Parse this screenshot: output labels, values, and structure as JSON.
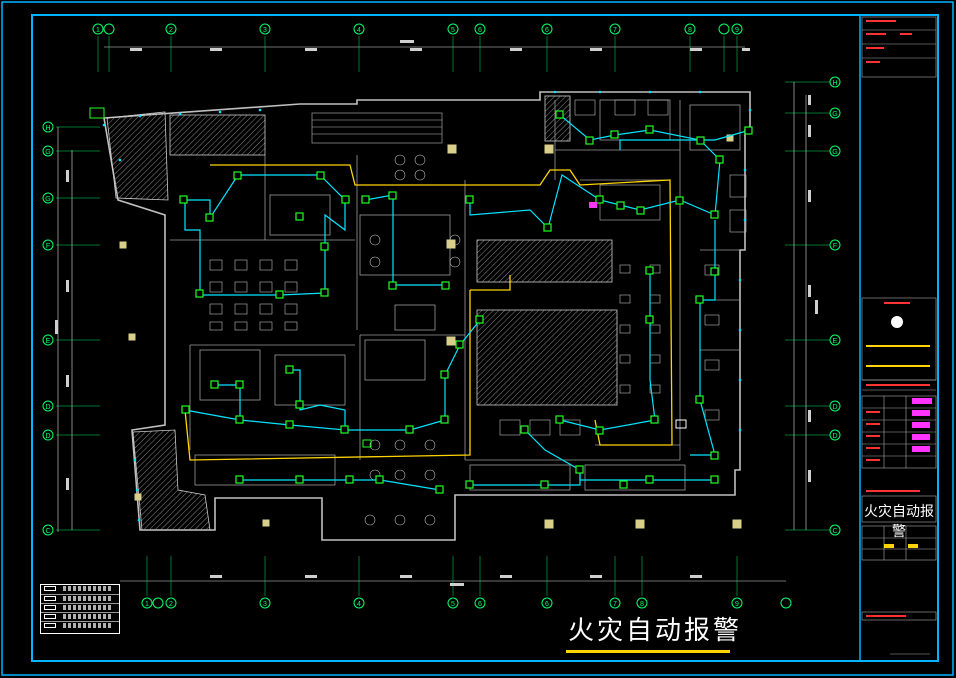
{
  "drawing": {
    "main_title": "火灾自动报警",
    "title_block_title": "火灾自动报警"
  },
  "axes": {
    "top_numeric": [
      "1",
      "2",
      "3",
      "4",
      "5",
      "6",
      "6",
      "7",
      "8",
      "9"
    ],
    "bottom_numeric": [
      "1",
      "2",
      "3",
      "4",
      "5",
      "6",
      "6",
      "7",
      "8",
      "9"
    ],
    "left_letters": [
      "H",
      "G",
      "G",
      "F",
      "E",
      "D",
      "D",
      "C"
    ],
    "right_letters": [
      "H",
      "G",
      "G",
      "F",
      "E",
      "D",
      "D",
      "C"
    ]
  },
  "colors": {
    "background": "#000000",
    "frame": "#00b4ff",
    "axis_bubble": "#00ff66",
    "wall": "#bfbfbf",
    "cyan_wiring": "#00e5ff",
    "yellow_loop": "#ffd400",
    "device_green": "#22ff22",
    "magenta": "#ff33ff"
  },
  "title_block": {
    "stamp_icon": "company-stamp-icon",
    "magenta_notes_count": 5
  },
  "legend": {
    "rows": 5
  }
}
